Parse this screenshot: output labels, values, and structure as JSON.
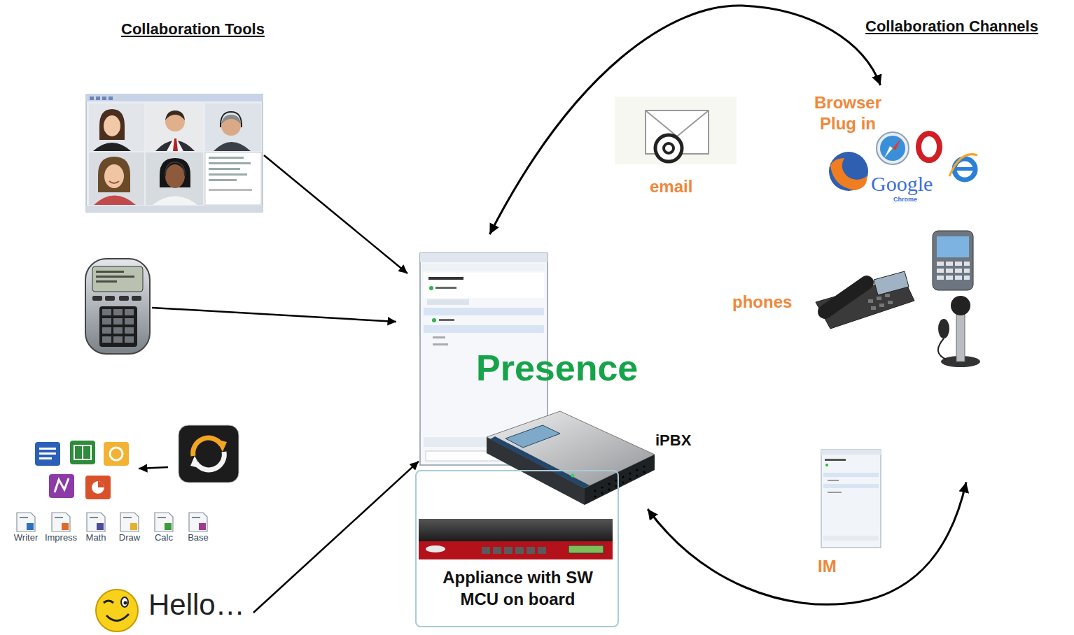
{
  "diagram": {
    "nodes": [
      {
        "text": [
          "Presence"
        ]
      },
      {
        "text": [
          "iPBX"
        ]
      },
      {
        "text": [
          "Appliance with SW MCU on board"
        ]
      },
      {
        "text": [
          "Hello…"
        ]
      },
      {
        "text": [
          "email"
        ]
      },
      {
        "text": [
          "Browser Plug in"
        ]
      },
      {
        "text": [
          "phones"
        ]
      },
      {
        "text": [
          "IM"
        ]
      }
    ],
    "edges": [
      {
        "from": 3,
        "to": 0,
        "arrow": "to"
      },
      {
        "from": 0,
        "to": 5,
        "arrow": "both"
      },
      {
        "from": 1,
        "to": 7,
        "arrow": "both"
      }
    ],
    "labels": [
      "Collaboration Tools",
      "Collaboration Channels",
      "Writer",
      "Impress",
      "Math",
      "Draw",
      "Calc",
      "Base",
      "Google",
      "Chrome"
    ]
  }
}
